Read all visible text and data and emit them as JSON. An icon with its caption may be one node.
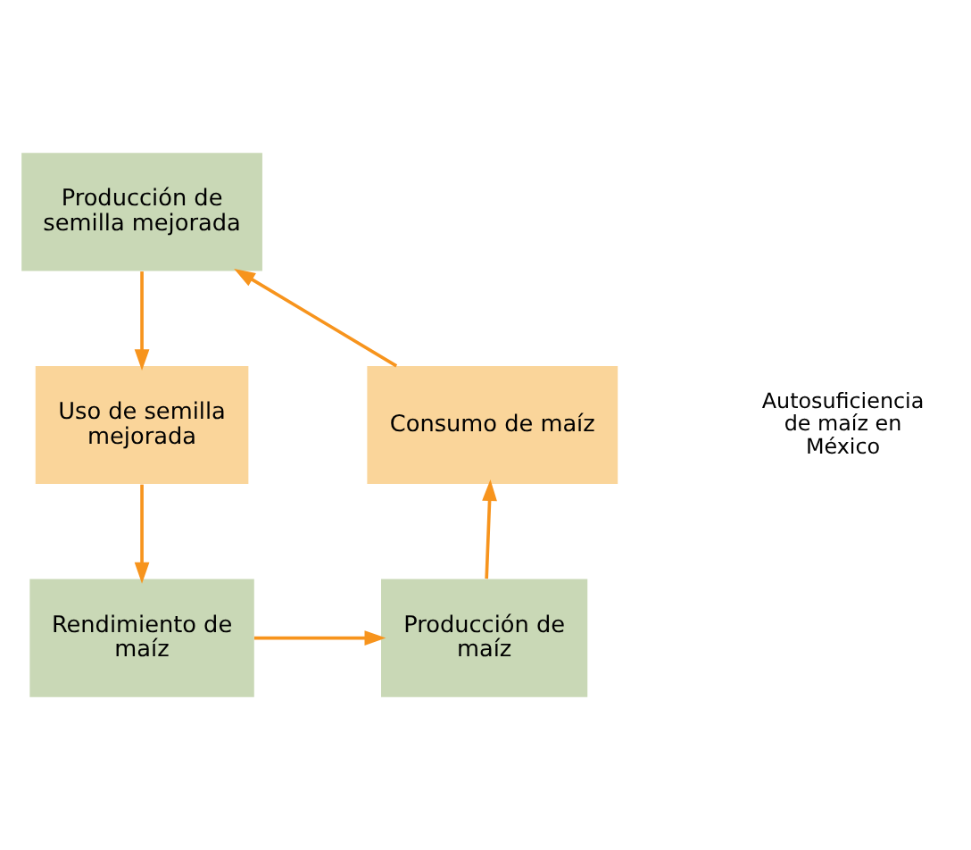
{
  "diagram": {
    "nodes": [
      {
        "text": [
          "Producción de semilla mejorada"
        ]
      },
      {
        "text": [
          "Uso de semilla mejorada"
        ]
      },
      {
        "text": [
          "Rendimiento de maíz"
        ]
      },
      {
        "text": [
          "Producción de maíz"
        ]
      },
      {
        "text": [
          "Consumo de maíz"
        ]
      }
    ],
    "edges": [
      {
        "from": 0,
        "to": 1,
        "arrow": "to",
        "color": "#f7941d"
      },
      {
        "from": 1,
        "to": 2,
        "arrow": "to",
        "color": "#f7941d"
      },
      {
        "from": 2,
        "to": 3,
        "arrow": "to",
        "color": "#f7941d"
      },
      {
        "from": 3,
        "to": 4,
        "arrow": "to",
        "color": "#f7941d"
      },
      {
        "from": 4,
        "to": 0,
        "arrow": "to",
        "color": "#f7941d"
      }
    ],
    "labels": [
      "Autosuficiencia de maíz en México"
    ]
  }
}
